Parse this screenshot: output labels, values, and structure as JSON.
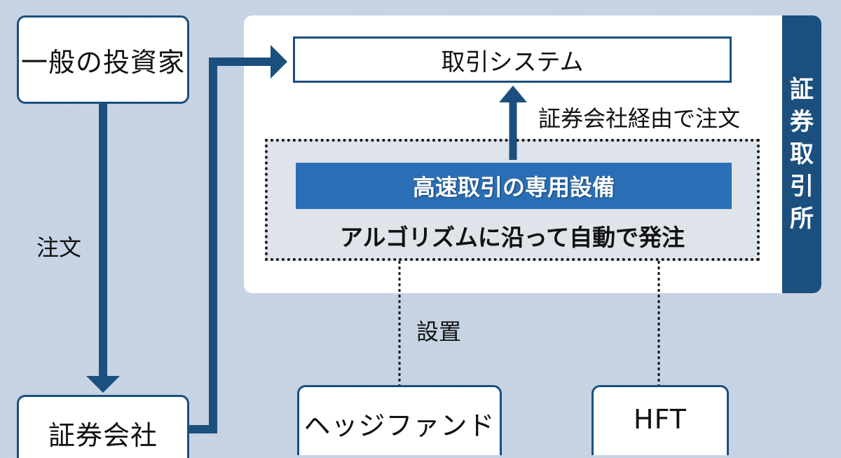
{
  "colors": {
    "background": "#c4d2e3",
    "navy": "#1b4f7e",
    "equipment_blue": "#2a6fb6",
    "colocation_fill": "#dfe3ea"
  },
  "nodes": {
    "investor": "一般の投資家",
    "broker": "証券会社",
    "hedge_fund": "ヘッジファンド",
    "hft": "HFT"
  },
  "exchange": {
    "label_chars": [
      "証",
      "券",
      "取",
      "引",
      "所"
    ],
    "trading_system": "取引システム",
    "via_broker_order": "証券会社経由で注文",
    "equipment": "高速取引の専用設備",
    "algorithm_order": "アルゴリズムに沿って自動で発注"
  },
  "edges": {
    "order": "注文",
    "install": "設置"
  }
}
